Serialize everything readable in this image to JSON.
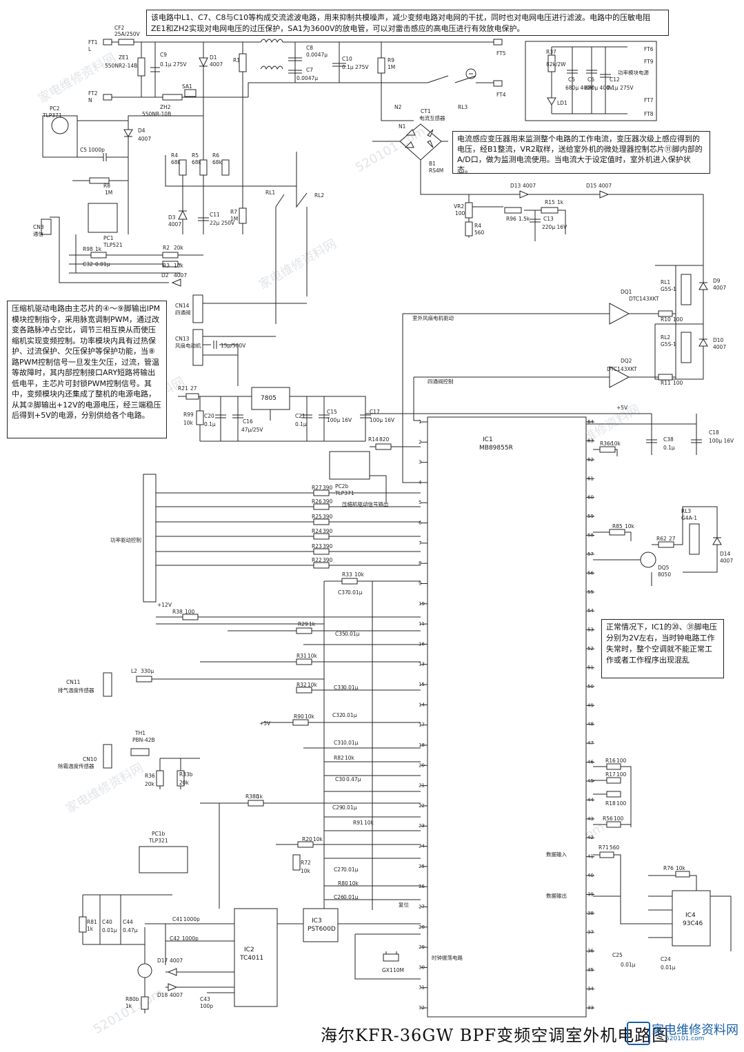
{
  "title": "海尔KFR-36GW BPF变频空调室外机电路图",
  "watermark": [
    "家电维修资料网",
    "520101.com"
  ],
  "logo": {
    "text": "家电维修资料网",
    "url": "520101.com"
  },
  "notes": {
    "filter": "该电路中L1、C7、C8与C10等构成交流滤波电路，用来抑制共模噪声，减少变频电路对电网的干扰，同时也对电网电压进行滤波。电路中的压敏电阻ZE1和ZH2实现对电网电压的过压保护，SA1为3600V的放电管，可以对雷击感应的高电压进行有效放电保护。",
    "current": "电流感应变压器用来监测整个电路的工作电流，变压器次级上感应得到的电压，经B1整流，VR2取样，送给室外机的微处理器控制芯片⑪脚内部的A/D口，做为监测电流使用。当电流大于设定值时，室外机进入保护状态。",
    "drive": "压缩机驱动电路由主芯片的④～⑨脚输出IPM模块控制指令，采用脉宽调制PWM，通过改变各路脉冲占空比，调节三相互换从而使压缩机实现变频控制。功率模块内具有过热保护、过流保护、欠压保护等保护功能，当⑧路PWM控制信号一旦发生欠压，过流，管温等故障时，其内部控制接口ARY短路将输出低电平，主芯片可封锁PWM控制信号。其中，变频模块内还集成了整机的电源电路，从其②脚输出+12V的电源电压，经三端稳压后得到+5V的电源，分别供给各个电路。",
    "clock": "正常情况下，IC1的⑳、㉛脚电压分别为2V左右，当时钟电路工作失常时，整个空调就不能正常工作或者工作程序出现混乱"
  },
  "components": {
    "mains": [
      {
        "id": "FT1",
        "sub": "L"
      },
      {
        "id": "FT2",
        "sub": "N"
      },
      {
        "id": "CF2",
        "value": "25A/250V"
      },
      {
        "id": "ZE1",
        "value": "550NR2-14B"
      },
      {
        "id": "ZH2",
        "value": "550NR-10B"
      },
      {
        "id": "SA1",
        "value": ""
      },
      {
        "id": "C9",
        "value": "0.1μ 275V"
      },
      {
        "id": "D1",
        "value": "4007"
      },
      {
        "id": "R1",
        "value": ""
      },
      {
        "id": "L1",
        "value": ""
      },
      {
        "id": "C8",
        "value": "0.0047μ"
      },
      {
        "id": "C7",
        "value": "0.0047μ"
      },
      {
        "id": "C10",
        "value": "0.1μ 275V"
      },
      {
        "id": "R9",
        "value": "1M"
      },
      {
        "id": "FT5",
        "value": ""
      },
      {
        "id": "FT4",
        "value": ""
      },
      {
        "id": "RL3",
        "value": ""
      },
      {
        "id": "N2",
        "value": ""
      },
      {
        "id": "CT1",
        "value": "电流互感器"
      }
    ],
    "power_module": [
      {
        "id": "R37",
        "value": "82k/2W"
      },
      {
        "id": "C5",
        "value": "680μ 400V"
      },
      {
        "id": "C6",
        "value": "680μ 400V"
      },
      {
        "id": "C12",
        "value": "0.1μ 275V"
      },
      {
        "id": "LD1",
        "value": ""
      },
      {
        "id": "FT6",
        "value": ""
      },
      {
        "id": "FT9",
        "value": ""
      },
      {
        "id": "FT7",
        "value": ""
      },
      {
        "id": "FT8",
        "value": ""
      },
      {
        "id": "label",
        "value": "功率模块电源"
      }
    ],
    "sensing": [
      {
        "id": "N1",
        "value": ""
      },
      {
        "id": "B1",
        "value": "RS4M"
      },
      {
        "id": "D13",
        "value": "4007"
      },
      {
        "id": "D15",
        "value": "4007"
      },
      {
        "id": "VR2",
        "value": "100"
      },
      {
        "id": "R4",
        "value": "560"
      },
      {
        "id": "R96",
        "value": "1.5k"
      },
      {
        "id": "R15",
        "value": "1k"
      },
      {
        "id": "C13",
        "value": "220μ 16V"
      }
    ],
    "comm": [
      {
        "id": "PC2",
        "value": "TLP371"
      },
      {
        "id": "D4",
        "value": "4007"
      },
      {
        "id": "C5",
        "value": "1000p"
      },
      {
        "id": "R8",
        "value": "1M"
      },
      {
        "id": "PC1",
        "value": "TLP521"
      },
      {
        "id": "CN3",
        "value": "通信"
      },
      {
        "id": "R98",
        "value": "1k"
      },
      {
        "id": "R2",
        "value": "20k"
      },
      {
        "id": "R3",
        "value": "10k"
      },
      {
        "id": "C32",
        "value": "0.01μ"
      },
      {
        "id": "D2",
        "value": "4007"
      },
      {
        "id": "R4",
        "value": "68k"
      },
      {
        "id": "R5",
        "value": "68k"
      },
      {
        "id": "R6",
        "value": "68k"
      },
      {
        "id": "D3",
        "value": "4007"
      },
      {
        "id": "C11",
        "value": "22μ 250V"
      },
      {
        "id": "R7",
        "value": "1M"
      },
      {
        "id": "RL1",
        "value": ""
      },
      {
        "id": "RL2",
        "value": ""
      }
    ],
    "relays": [
      {
        "id": "RL1",
        "value": "G5S-1"
      },
      {
        "id": "D9",
        "value": "4007"
      },
      {
        "id": "RL2",
        "value": "G5S-1"
      },
      {
        "id": "D10",
        "value": "4007"
      },
      {
        "id": "DQ1",
        "value": "DTC143XKT"
      },
      {
        "id": "DQ2",
        "value": "DTC143XKT"
      },
      {
        "id": "R10",
        "value": "100"
      },
      {
        "id": "R11",
        "value": "100"
      },
      {
        "id": "fan",
        "value": "室外风扇电机驱动"
      },
      {
        "id": "valve",
        "value": "四通阀控制"
      },
      {
        "id": "CN14",
        "value": "四通阀"
      },
      {
        "id": "CN13",
        "value": "风扇电动机"
      },
      {
        "id": "fancap",
        "value": "15μ/500V"
      }
    ],
    "supply": [
      {
        "id": "R21",
        "value": "27"
      },
      {
        "id": "R99",
        "value": "10k"
      },
      {
        "id": "C20",
        "value": "0.1μ"
      },
      {
        "id": "C16",
        "value": "47μ/25V"
      },
      {
        "id": "U",
        "value": "7805"
      },
      {
        "id": "C21",
        "value": "0.1μ"
      },
      {
        "id": "C15",
        "value": "100μ 16V"
      },
      {
        "id": "C17",
        "value": "100μ 16V"
      },
      {
        "id": "plus5",
        "value": "+5V"
      },
      {
        "id": "C38",
        "value": "0.1μ"
      },
      {
        "id": "C18",
        "value": "100μ 16V"
      }
    ],
    "ic1": {
      "name": "IC1",
      "part": "MB89855R"
    },
    "pwm": [
      {
        "id": "R14",
        "value": "820"
      },
      {
        "id": "PC2b",
        "value": "TLP371"
      },
      {
        "id": "R27",
        "value": "390"
      },
      {
        "id": "R26",
        "value": "390"
      },
      {
        "id": "R25",
        "value": "390"
      },
      {
        "id": "R24",
        "value": "390"
      },
      {
        "id": "R23",
        "value": "390"
      },
      {
        "id": "R22",
        "value": "390"
      },
      {
        "id": "drv",
        "value": "压缩机驱动信号输出"
      },
      {
        "id": "pm",
        "value": "功率驱动控制"
      },
      {
        "id": "v12",
        "value": "+12V"
      }
    ],
    "sensors": [
      {
        "id": "R33",
        "value": "10k"
      },
      {
        "id": "C37",
        "value": "0.01μ"
      },
      {
        "id": "R38",
        "value": "100"
      },
      {
        "id": "R29",
        "value": "1k"
      },
      {
        "id": "C35",
        "value": "0.01μ"
      },
      {
        "id": "R31",
        "value": "10k"
      },
      {
        "id": "L2",
        "value": "330μ"
      },
      {
        "id": "CN11",
        "value": "排气温度传感器"
      },
      {
        "id": "R32",
        "value": "10k"
      },
      {
        "id": "C33",
        "value": "0.01μ"
      },
      {
        "id": "R90",
        "value": "10k"
      },
      {
        "id": "TH1",
        "value": "PBN-42B"
      },
      {
        "id": "C32",
        "value": "0.01μ"
      },
      {
        "id": "CN10",
        "value": "除霜温度传感器"
      },
      {
        "id": "C31",
        "value": "0.01μ"
      },
      {
        "id": "R82",
        "value": "10k"
      },
      {
        "id": "C30",
        "value": "0.47μ"
      },
      {
        "id": "R36",
        "value": "20k"
      },
      {
        "id": "R33b",
        "value": "20k"
      },
      {
        "id": "R38b",
        "value": "1k"
      },
      {
        "id": "C29",
        "value": "0.01μ"
      },
      {
        "id": "R91",
        "value": "10k"
      },
      {
        "id": "R20",
        "value": "10k"
      },
      {
        "id": "R72",
        "value": "10k"
      },
      {
        "id": "C27",
        "value": "0.01μ"
      },
      {
        "id": "R80",
        "value": "10k"
      },
      {
        "id": "C26",
        "value": "0.01μ"
      },
      {
        "id": "reset",
        "value": "复位"
      }
    ],
    "lower": [
      {
        "id": "PC1b",
        "value": "TLP321"
      },
      {
        "id": "IC2",
        "value": "TC4011"
      },
      {
        "id": "IC3",
        "value": "PST600D"
      },
      {
        "id": "R81",
        "value": "1k"
      },
      {
        "id": "C40",
        "value": "0.01μ"
      },
      {
        "id": "C44",
        "value": "0.47μ"
      },
      {
        "id": "C41",
        "value": "1000p"
      },
      {
        "id": "C42",
        "value": "1000p"
      },
      {
        "id": "D17",
        "value": "4007"
      },
      {
        "id": "D18",
        "value": "4007"
      },
      {
        "id": "DQ7",
        "value": ""
      },
      {
        "id": "R80b",
        "value": "1k"
      },
      {
        "id": "C43",
        "value": "100p"
      },
      {
        "id": "GX1",
        "value": "10M"
      },
      {
        "id": "clk",
        "value": "时钟振荡电路"
      }
    ],
    "right": [
      {
        "id": "R36r",
        "value": "10k"
      },
      {
        "id": "RL3b",
        "value": "G4A-1"
      },
      {
        "id": "R85",
        "value": "10k"
      },
      {
        "id": "R62",
        "value": "27"
      },
      {
        "id": "D14",
        "value": "4007"
      },
      {
        "id": "DQ5",
        "value": "8050"
      },
      {
        "id": "R16",
        "value": "100"
      },
      {
        "id": "R17",
        "value": "100"
      },
      {
        "id": "R18",
        "value": "100"
      },
      {
        "id": "R56",
        "value": "100"
      },
      {
        "id": "R71",
        "value": "560"
      },
      {
        "id": "din",
        "value": "数据输入"
      },
      {
        "id": "dout",
        "value": "数据输出"
      },
      {
        "id": "R76",
        "value": "10k"
      },
      {
        "id": "IC4",
        "value": "93C46"
      },
      {
        "id": "C25",
        "value": "0.01μ"
      },
      {
        "id": "C24",
        "value": "0.01μ"
      }
    ]
  },
  "ic1_pins_left": [
    "1",
    "2",
    "3",
    "4",
    "5",
    "6",
    "7",
    "8",
    "9",
    "19",
    "11",
    "16",
    "13",
    "15",
    "14",
    "17",
    "18",
    "20",
    "21",
    "22",
    "23",
    "24",
    "25",
    "26",
    "27",
    "28",
    "29",
    "30",
    "31",
    "32"
  ],
  "ic1_pins_right": [
    "64",
    "63",
    "62",
    "61",
    "60",
    "59",
    "58",
    "57",
    "56",
    "55",
    "54",
    "53",
    "52",
    "51",
    "50",
    "49",
    "48",
    "47",
    "46",
    "45",
    "44",
    "43",
    "42",
    "41",
    "40",
    "39",
    "38",
    "37",
    "36",
    "35",
    "34",
    "33"
  ]
}
